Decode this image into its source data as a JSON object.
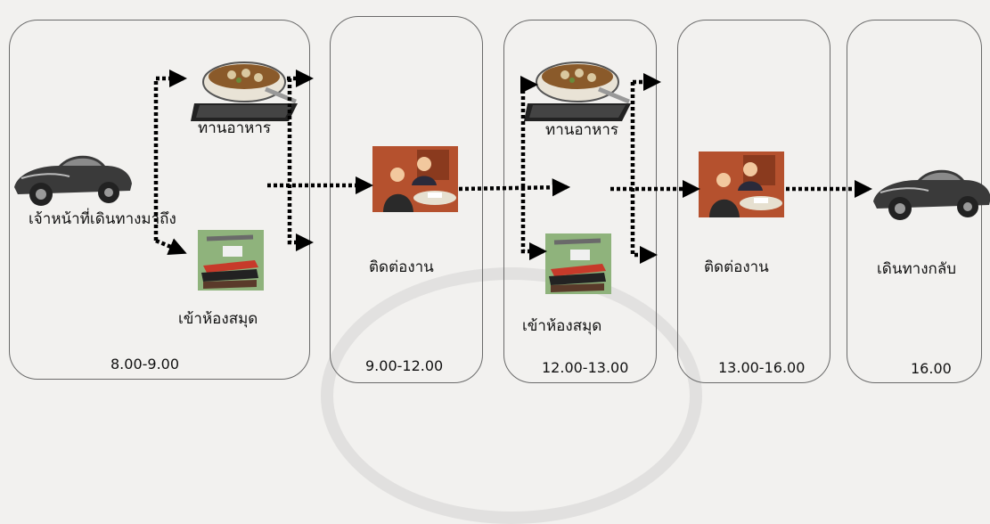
{
  "steps": [
    {
      "time": "8.00-9.00",
      "arrive": "เจ้าหน้าที่เดินทางมาถึง",
      "eat": "ทานอาหาร",
      "library": "เข้าห้องสมุด"
    },
    {
      "time": "9.00-12.00",
      "work": "ติดต่องาน"
    },
    {
      "time": "12.00-13.00",
      "eat": "ทานอาหาร",
      "library": "เข้าห้องสมุด"
    },
    {
      "time": "13.00-16.00",
      "work": "ติดต่องาน"
    },
    {
      "time": "16.00",
      "return": "เดินทางกลับ"
    }
  ],
  "icons": [
    "car-icon",
    "food-bowl-icon",
    "library-books-icon",
    "meeting-icon"
  ]
}
